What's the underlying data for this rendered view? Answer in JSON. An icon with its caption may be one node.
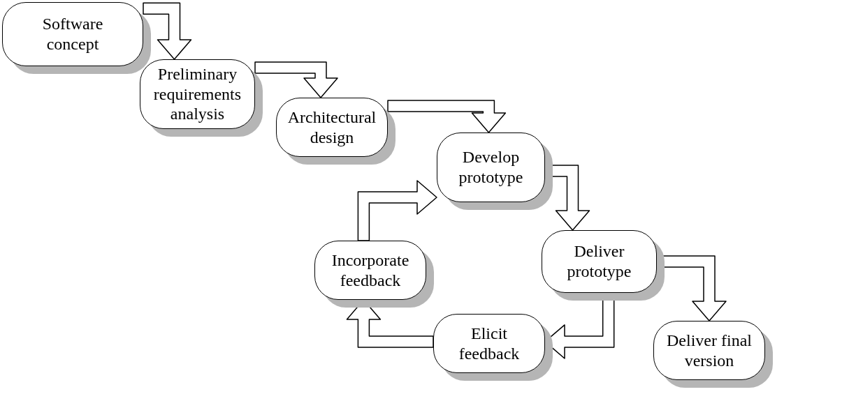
{
  "diagram": {
    "nodes": [
      {
        "text": [
          "Software concept"
        ]
      },
      {
        "text": [
          "Preliminary requirements analysis"
        ]
      },
      {
        "text": [
          "Architectural design"
        ]
      },
      {
        "text": [
          "Develop prototype"
        ]
      },
      {
        "text": [
          "Incorporate feedback"
        ]
      },
      {
        "text": [
          "Deliver prototype"
        ]
      },
      {
        "text": [
          "Elicit feedback"
        ]
      },
      {
        "text": [
          "Deliver final version"
        ]
      }
    ],
    "edges": [
      {
        "from": 0,
        "to": 1,
        "arrow": "to"
      },
      {
        "from": 1,
        "to": 2,
        "arrow": "to"
      },
      {
        "from": 2,
        "to": 3,
        "arrow": "to"
      },
      {
        "from": 3,
        "to": 5,
        "arrow": "to"
      },
      {
        "from": 5,
        "to": 6,
        "arrow": "to"
      },
      {
        "from": 6,
        "to": 4,
        "arrow": "to"
      },
      {
        "from": 4,
        "to": 3,
        "arrow": "to"
      },
      {
        "from": 5,
        "to": 7,
        "arrow": "to"
      }
    ]
  }
}
